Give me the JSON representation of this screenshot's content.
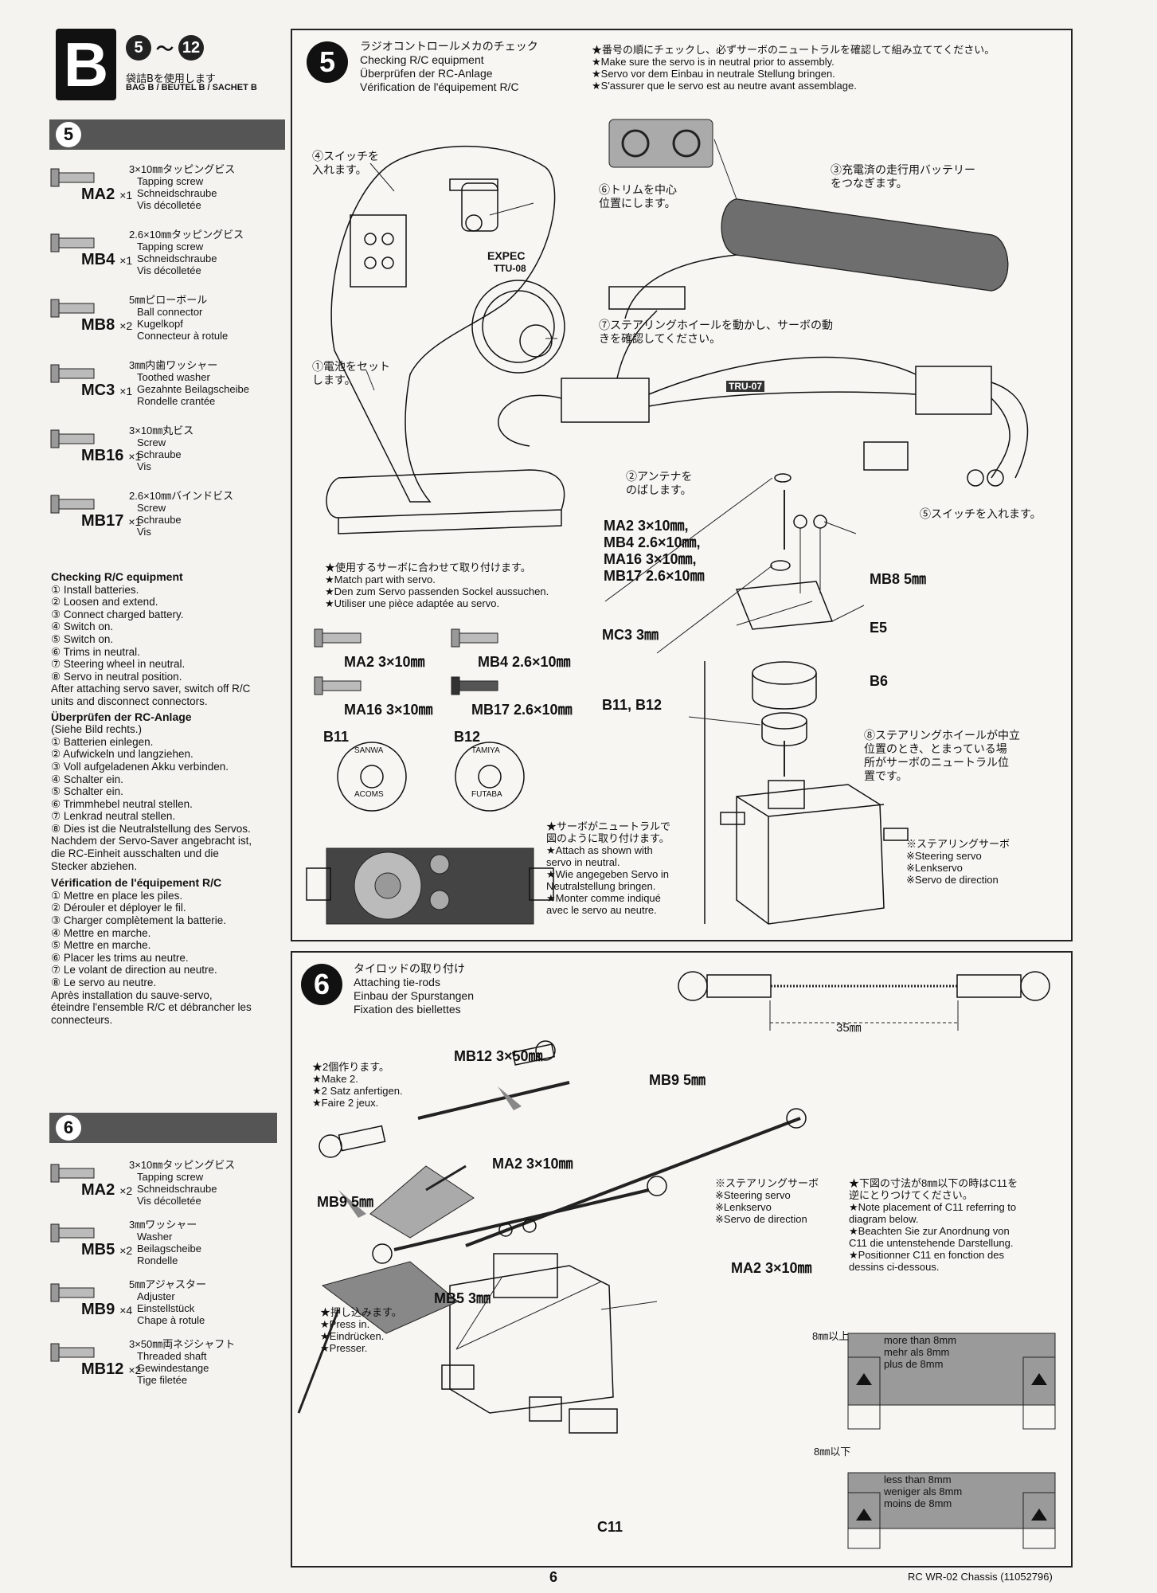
{
  "header": {
    "section_letter": "B",
    "range_start": "5",
    "range_tilde": "〜",
    "range_end": "12",
    "bag_jp": "袋詰Bを使用します",
    "bag_multi": "BAG B / BEUTEL B / SACHET B"
  },
  "parts5": {
    "step": "5",
    "items": [
      {
        "code": "MA2",
        "qty": "×1",
        "jp": "3×10㎜タッピングビス",
        "lines": [
          "Tapping screw",
          "Schneidschraube",
          "Vis décolletée"
        ]
      },
      {
        "code": "MB4",
        "qty": "×1",
        "jp": "2.6×10㎜タッピングビス",
        "lines": [
          "Tapping screw",
          "Schneidschraube",
          "Vis décolletée"
        ]
      },
      {
        "code": "MB8",
        "qty": "×2",
        "jp": "5㎜ピローボール",
        "lines": [
          "Ball connector",
          "Kugelkopf",
          "Connecteur à rotule"
        ]
      },
      {
        "code": "MC3",
        "qty": "×1",
        "jp": "3㎜内歯ワッシャー",
        "lines": [
          "Toothed washer",
          "Gezahnte Beilagscheibe",
          "Rondelle crantée"
        ]
      },
      {
        "code": "MB16",
        "qty": "×1",
        "jp": "3×10㎜丸ビス",
        "lines": [
          "Screw",
          "Schraube",
          "Vis"
        ]
      },
      {
        "code": "MB17",
        "qty": "×1",
        "jp": "2.6×10㎜バインドビス",
        "lines": [
          "Screw",
          "Schraube",
          "Vis"
        ]
      }
    ]
  },
  "checking": {
    "en_title": "Checking R/C equipment",
    "en": [
      "① Install batteries.",
      "② Loosen and extend.",
      "③ Connect charged battery.",
      "④ Switch on.",
      "⑤ Switch on.",
      "⑥ Trims in neutral.",
      "⑦ Steering wheel in neutral.",
      "⑧ Servo in neutral position.",
      "After attaching servo saver, switch off R/C",
      "units and disconnect connectors."
    ],
    "de_title": "Überprüfen der RC-Anlage",
    "de_sub": "(Siehe Bild rechts.)",
    "de": [
      "① Batterien einlegen.",
      "② Aufwickeln und langziehen.",
      "③ Voll aufgeladenen Akku verbinden.",
      "④ Schalter ein.",
      "⑤ Schalter ein.",
      "⑥ Trimmhebel neutral stellen.",
      "⑦ Lenkrad neutral stellen.",
      "⑧ Dies ist die Neutralstellung des Servos.",
      "Nachdem der Servo-Saver angebracht ist,",
      "die RC-Einheit ausschalten und die",
      "Stecker abziehen."
    ],
    "fr_title": "Vérification de l'équipement R/C",
    "fr": [
      "① Mettre en place les piles.",
      "② Dérouler et déployer le fil.",
      "③ Charger complètement la batterie.",
      "④ Mettre en marche.",
      "⑤ Mettre en marche.",
      "⑥ Placer les trims au neutre.",
      "⑦ Le volant de direction au neutre.",
      "⑧ Le servo au neutre.",
      "Après installation du sauve-servo,",
      "éteindre l'ensemble R/C et débrancher les",
      "connecteurs."
    ]
  },
  "parts6": {
    "step": "6",
    "items": [
      {
        "code": "MA2",
        "qty": "×2",
        "jp": "3×10㎜タッピングビス",
        "lines": [
          "Tapping screw",
          "Schneidschraube",
          "Vis décolletée"
        ]
      },
      {
        "code": "MB5",
        "qty": "×2",
        "jp": "3㎜ワッシャー",
        "lines": [
          "Washer",
          "Beilagscheibe",
          "Rondelle"
        ]
      },
      {
        "code": "MB9",
        "qty": "×4",
        "jp": "5㎜アジャスター",
        "lines": [
          "Adjuster",
          "Einstellstück",
          "Chape à rotule"
        ]
      },
      {
        "code": "MB12",
        "qty": "×2",
        "jp": "3×50㎜両ネジシャフト",
        "lines": [
          "Threaded shaft",
          "Gewindestange",
          "Tige filetée"
        ]
      }
    ]
  },
  "step5": {
    "num": "5",
    "title_jp": "ラジオコントロールメカのチェック",
    "title_en": "Checking R/C equipment",
    "title_de": "Überprüfen der RC-Anlage",
    "title_fr": "Vérification de l'équipement R/C",
    "notes": [
      "★番号の順にチェックし、必ずサーボのニュートラルを確認して組み立ててください。",
      "★Make sure the servo is in neutral prior to assembly.",
      "★Servo vor dem Einbau in neutrale Stellung bringen.",
      "★S'assurer que le servo est au neutre avant assemblage."
    ],
    "c4": [
      "④スイッチを",
      "入れます。"
    ],
    "c6": [
      "⑥トリムを中心",
      "位置にします。"
    ],
    "c3": [
      "③充電済の走行用バッテリー",
      "をつなぎます。"
    ],
    "c7": [
      "⑦ステアリングホイールを動かし、サーボの動",
      "きを確認してください。"
    ],
    "c1": [
      "①電池をセット",
      "します。"
    ],
    "c2": [
      "②アンテナを",
      "のばします。"
    ],
    "c5": "⑤スイッチを入れます。",
    "c8": [
      "⑧ステアリングホイールが中立",
      "位置のとき、とまっている場",
      "所がサーボのニュートラル位",
      "置です。"
    ],
    "screws_lab": [
      "MA2 3×10㎜,",
      "MB4 2.6×10㎜,",
      "MA16 3×10㎜,",
      "MB17 2.6×10㎜"
    ],
    "mb8": "MB8 5㎜",
    "mc3": "MC3 3㎜",
    "e5": "E5",
    "b6": "B6",
    "b1112": "B11, B12",
    "match": [
      "★使用するサーボに合わせて取り付けます。",
      "★Match part with servo.",
      "★Den zum Servo passenden Sockel aussuchen.",
      "★Utiliser une pièce adaptée au servo."
    ],
    "s_ma2": "MA2 3×10㎜",
    "s_mb4": "MB4 2.6×10㎜",
    "s_ma16": "MA16 3×10㎜",
    "s_mb17": "MB17 2.6×10㎜",
    "b11": "B11",
    "b12": "B12",
    "sanwa": "SANWA",
    "acoms": "ACOMS",
    "tamiya": "TAMIYA",
    "futaba": "FUTABA",
    "attach": [
      "★サーボがニュートラルで",
      "図のように取り付けます。",
      "★Attach as shown with",
      "servo in neutral.",
      "★Wie angegeben Servo in",
      "Neutralstellung bringen.",
      "★Monter comme indiqué",
      "avec le servo au neutre."
    ],
    "servo_lab": [
      "※ステアリングサーボ",
      "※Steering servo",
      "※Lenkservo",
      "※Servo de direction"
    ],
    "tx_label": "TTU-08",
    "rx_label": "TRU-07",
    "tx_brand": "EXPEC"
  },
  "step6": {
    "num": "6",
    "title_jp": "タイロッドの取り付け",
    "title_en": "Attaching tie-rods",
    "title_de": "Einbau der Spurstangen",
    "title_fr": "Fixation des biellettes",
    "dim": "35㎜",
    "make2": [
      "★2個作ります。",
      "★Make 2.",
      "★2 Satz anfertigen.",
      "★Faire 2 jeux."
    ],
    "mb12": "MB12 3×50㎜",
    "mb9a": "MB9 5㎜",
    "mb9b": "MB9 5㎜",
    "ma2": "MA2 3×10㎜",
    "ma2b": "MA2 3×10㎜",
    "mb5": "MB5 3㎜",
    "c11": "C11",
    "servo_lab": [
      "※ステアリングサーボ",
      "※Steering servo",
      "※Lenkservo",
      "※Servo de direction"
    ],
    "placement": [
      "★下図の寸法が8㎜以下の時はC11を",
      "逆にとりつけてください。",
      "★Note placement of C11 referring to",
      "diagram below.",
      "★Beachten Sie zur Anordnung von",
      "C11 die untenstehende Darstellung.",
      "★Positionner C11 en fonction des",
      "dessins ci-dessous."
    ],
    "press": [
      "★押し込みます。",
      "★Press in.",
      "★Eindrücken.",
      "★Presser."
    ],
    "more_dim": "8㎜以上",
    "more": [
      "more than 8mm",
      "mehr als 8mm",
      "plus de 8mm"
    ],
    "less_dim": "8㎜以下",
    "less": [
      "less than 8mm",
      "weniger als 8mm",
      "moins de 8mm"
    ]
  },
  "footer": {
    "page": "6",
    "doc": "RC WR-02 Chassis (11052796)"
  }
}
